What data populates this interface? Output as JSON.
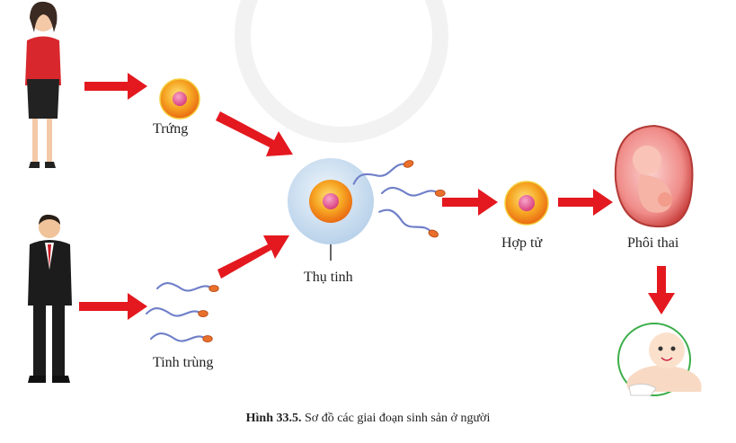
{
  "figure": {
    "nodes": {
      "egg": {
        "label": "Trứng"
      },
      "sperm": {
        "label": "Tinh trùng"
      },
      "fertilization": {
        "label": "Thụ tinh"
      },
      "zygote": {
        "label": "Hợp tử"
      },
      "embryo": {
        "label": "Phôi thai"
      }
    },
    "caption": {
      "number": "Hình 33.5.",
      "text": "Sơ đồ các giai đoạn sinh sản ở người"
    }
  },
  "colors": {
    "arrow": "#e3191f",
    "egg_outer": "#f4a21f",
    "egg_inner": "#e9528e",
    "sperm_tail": "#6f7fc8",
    "fertilization_halo": "#c9dcef"
  }
}
